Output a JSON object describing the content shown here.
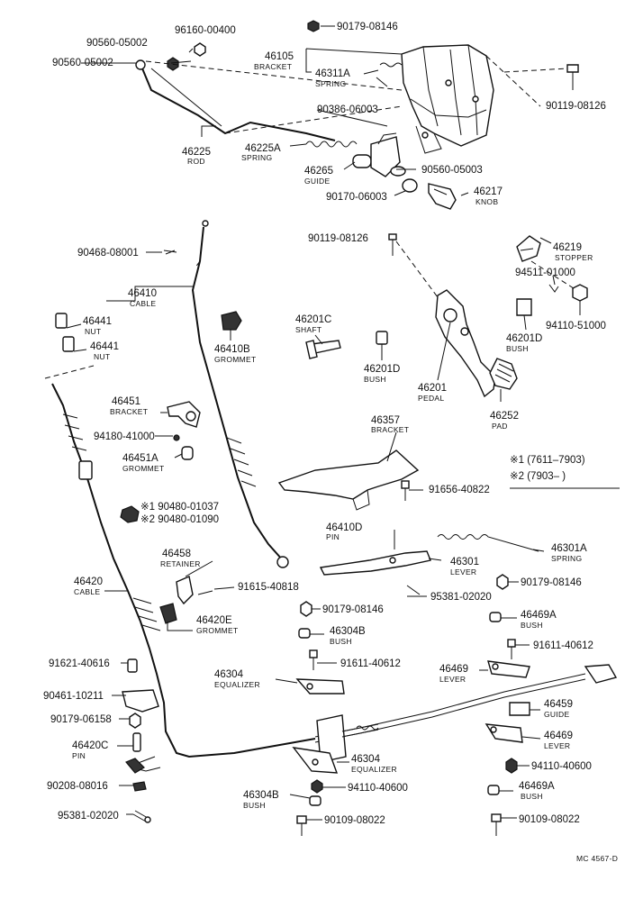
{
  "labels": [
    {
      "id": "p1",
      "num": "90179-08146",
      "sub": ""
    },
    {
      "id": "p2",
      "num": "96160-00400",
      "sub": ""
    },
    {
      "id": "p3",
      "num": "90560-05002",
      "sub": ""
    },
    {
      "id": "p4",
      "num": "90560-05002",
      "sub": ""
    },
    {
      "id": "p5",
      "num": "46105",
      "sub": "BRACKET"
    },
    {
      "id": "p6",
      "num": "46311A",
      "sub": "SPRING"
    },
    {
      "id": "p7",
      "num": "90119-08126",
      "sub": ""
    },
    {
      "id": "p8",
      "num": "90386-06003",
      "sub": ""
    },
    {
      "id": "p9",
      "num": "46225",
      "sub": "ROD"
    },
    {
      "id": "p10",
      "num": "46225A",
      "sub": "SPRING"
    },
    {
      "id": "p11",
      "num": "46265",
      "sub": "GUIDE"
    },
    {
      "id": "p12",
      "num": "90560-05003",
      "sub": ""
    },
    {
      "id": "p13",
      "num": "90170-06003",
      "sub": ""
    },
    {
      "id": "p14",
      "num": "46217",
      "sub": "KNOB"
    },
    {
      "id": "p15",
      "num": "90119-08126",
      "sub": ""
    },
    {
      "id": "p16",
      "num": "90468-08001",
      "sub": ""
    },
    {
      "id": "p17",
      "num": "46219",
      "sub": "STOPPER"
    },
    {
      "id": "p18",
      "num": "94511-01000",
      "sub": ""
    },
    {
      "id": "p19",
      "num": "46410",
      "sub": "CABLE"
    },
    {
      "id": "p20",
      "num": "94110-51000",
      "sub": ""
    },
    {
      "id": "p21",
      "num": "46441",
      "sub": "NUT"
    },
    {
      "id": "p22",
      "num": "46441",
      "sub": "NUT"
    },
    {
      "id": "p23",
      "num": "46201C",
      "sub": "SHAFT"
    },
    {
      "id": "p24",
      "num": "46410B",
      "sub": "GROMMET"
    },
    {
      "id": "p25",
      "num": "46201D",
      "sub": "BUSH"
    },
    {
      "id": "p26",
      "num": "46201D",
      "sub": "BUSH"
    },
    {
      "id": "p27",
      "num": "46201",
      "sub": "PEDAL"
    },
    {
      "id": "p28",
      "num": "46451",
      "sub": "BRACKET"
    },
    {
      "id": "p29",
      "num": "46252",
      "sub": "PAD"
    },
    {
      "id": "p30",
      "num": "94180-41000",
      "sub": ""
    },
    {
      "id": "p31",
      "num": "46357",
      "sub": "BRACKET"
    },
    {
      "id": "p32",
      "num": "46451A",
      "sub": "GROMMET"
    },
    {
      "id": "p33",
      "num": "91656-40822",
      "sub": ""
    },
    {
      "id": "p34",
      "num": "※1 90480-01037",
      "sub": ""
    },
    {
      "id": "p35",
      "num": "※2 90480-01090",
      "sub": ""
    },
    {
      "id": "p36",
      "num": "46410D",
      "sub": "PIN"
    },
    {
      "id": "p37",
      "num": "46458",
      "sub": "RETAINER"
    },
    {
      "id": "p38",
      "num": "46301A",
      "sub": "SPRING"
    },
    {
      "id": "p39",
      "num": "46301",
      "sub": "LEVER"
    },
    {
      "id": "p40",
      "num": "46420",
      "sub": "CABLE"
    },
    {
      "id": "p41",
      "num": "91615-40818",
      "sub": ""
    },
    {
      "id": "p42",
      "num": "90179-08146",
      "sub": ""
    },
    {
      "id": "p43",
      "num": "95381-02020",
      "sub": ""
    },
    {
      "id": "p44",
      "num": "90179-08146",
      "sub": ""
    },
    {
      "id": "p45",
      "num": "46420E",
      "sub": "GROMMET"
    },
    {
      "id": "p46",
      "num": "46304B",
      "sub": "BUSH"
    },
    {
      "id": "p47",
      "num": "46469A",
      "sub": "BUSH"
    },
    {
      "id": "p48",
      "num": "91621-40616",
      "sub": ""
    },
    {
      "id": "p49",
      "num": "91611-40612",
      "sub": ""
    },
    {
      "id": "p50",
      "num": "91611-40612",
      "sub": ""
    },
    {
      "id": "p51",
      "num": "46304",
      "sub": "EQUALIZER"
    },
    {
      "id": "p52",
      "num": "46469",
      "sub": "LEVER"
    },
    {
      "id": "p53",
      "num": "90461-10211",
      "sub": ""
    },
    {
      "id": "p54",
      "num": "46459",
      "sub": "GUIDE"
    },
    {
      "id": "p55",
      "num": "90179-06158",
      "sub": ""
    },
    {
      "id": "p56",
      "num": "46469",
      "sub": "LEVER"
    },
    {
      "id": "p57",
      "num": "46420C",
      "sub": "PIN"
    },
    {
      "id": "p58",
      "num": "46304",
      "sub": "EQUALIZER"
    },
    {
      "id": "p59",
      "num": "94110-40600",
      "sub": ""
    },
    {
      "id": "p60",
      "num": "90208-08016",
      "sub": ""
    },
    {
      "id": "p61",
      "num": "94110-40600",
      "sub": ""
    },
    {
      "id": "p62",
      "num": "46469A",
      "sub": "BUSH"
    },
    {
      "id": "p63",
      "num": "46304B",
      "sub": "BUSH"
    },
    {
      "id": "p64",
      "num": "95381-02020",
      "sub": ""
    },
    {
      "id": "p65",
      "num": "90109-08022",
      "sub": ""
    },
    {
      "id": "p66",
      "num": "90109-08022",
      "sub": ""
    }
  ],
  "legend": {
    "note1": "※1 (7611–7903)",
    "note2": "※2 (7903–        )"
  },
  "footer_code": "MC 4567-D"
}
